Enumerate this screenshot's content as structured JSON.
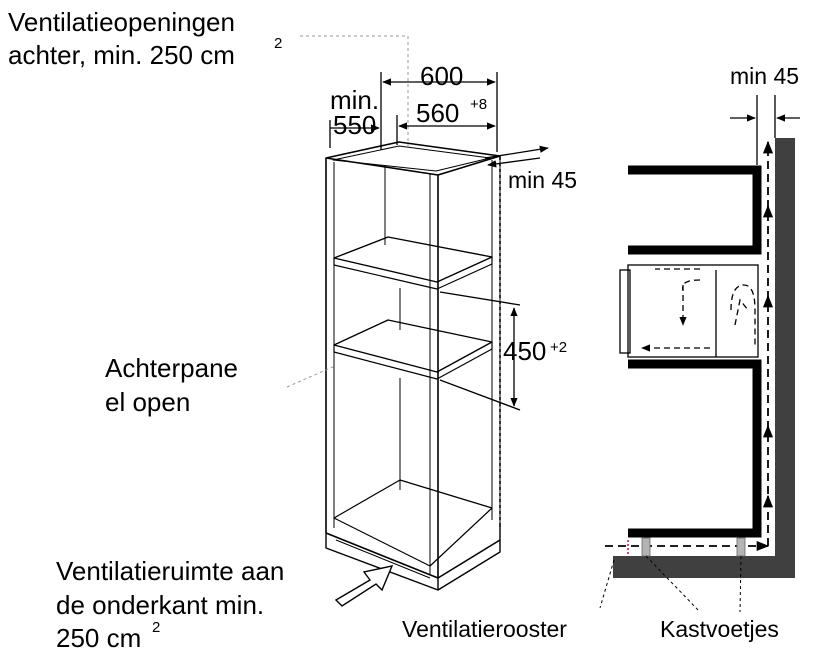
{
  "labels": {
    "vent_openings_line1": "Ventilatieopeningen",
    "vent_openings_line2": "achter, min. 250 cm",
    "vent_openings_sup": "2",
    "min_label": "min.",
    "depth_550": "550",
    "width_600": "600",
    "width_560": "560",
    "width_560_tol": "+8",
    "gap_min45": "min 45",
    "height_450": "450",
    "height_450_tol": "+2",
    "back_panel_line1": "Achterpane",
    "back_panel_line2": "el open",
    "bottom_space_line1": "Ventilatieruimte aan",
    "bottom_space_line2": "de onderkant min.",
    "bottom_space_line3": "250 cm",
    "bottom_space_sup": "2",
    "side_min45": "min 45",
    "ventilation_grille": "Ventilatierooster",
    "cabinet_feet": "Kastvoetjes"
  },
  "colors": {
    "line": "#000000",
    "wall": "#404040",
    "guide": "#9a9a9a",
    "foot": "#b4b4b4"
  }
}
